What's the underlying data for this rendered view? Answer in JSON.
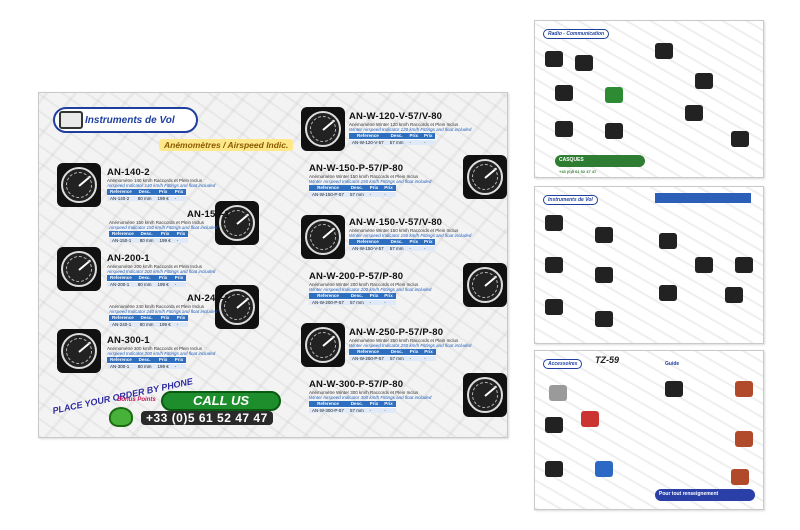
{
  "main": {
    "title": "Instruments de Vol",
    "subtitle": "Anémomètres / Airspeed Indic.",
    "table_headers": [
      "Reference",
      "Desc.",
      "Prix",
      "Prix"
    ],
    "products": [
      {
        "code": "AN-140-2",
        "d1": "Anémomètre 140 km/h Raccords et Plein Inclus",
        "d2": "Airspeed Indicator 140 km/h Fittings and float included",
        "row": [
          "AN-140-2",
          "80 mm",
          "199 €",
          "-"
        ]
      },
      {
        "code": "AN-150-1",
        "d1": "Anémomètre 150 km/h Raccords et Plein Inclus",
        "d2": "Airspeed Indicator 150 km/h Fittings and float included",
        "row": [
          "AN-150-1",
          "80 mm",
          "199 €",
          "-"
        ]
      },
      {
        "code": "AN-200-1",
        "d1": "Anémomètre 200 km/h Raccords et Plein Inclus",
        "d2": "Airspeed Indicator 200 km/h Fittings and float included",
        "row": [
          "AN-200-1",
          "80 mm",
          "199 €",
          "-"
        ]
      },
      {
        "code": "AN-240-1",
        "d1": "Anémomètre 240 km/h Raccords et Plein Inclus",
        "d2": "Airspeed Indicator 240 km/h Fittings and float included",
        "row": [
          "AN-240-1",
          "80 mm",
          "199 €",
          "-"
        ]
      },
      {
        "code": "AN-300-1",
        "d1": "Anémomètre 300 km/h Raccords et Plein Inclus",
        "d2": "Airspeed Indicator 300 km/h Fittings and float included",
        "row": [
          "AN-300-1",
          "80 mm",
          "199 €",
          "-"
        ]
      },
      {
        "code": "AN-W-120-V-57/V-80",
        "d1": "Anémomètre Winter 120 km/h Raccords et Plein Inclus",
        "d2": "Winter Airspeed Indicator 120 km/h Fittings and float included",
        "row": [
          "AN-W-120-V-57",
          "57 mm",
          "-",
          "-"
        ]
      },
      {
        "code": "AN-W-150-P-57/P-80",
        "d1": "Anémomètre Winter 150 km/h Raccords et Plein Inclus",
        "d2": "Winter Airspeed Indicator 150 km/h Fittings and float included",
        "row": [
          "AN-W-150-P-57",
          "57 mm",
          "-",
          "-"
        ]
      },
      {
        "code": "AN-W-150-V-57/V-80",
        "d1": "Anémomètre Winter 150 km/h Raccords et Plein Inclus",
        "d2": "Winter Airspeed Indicator 150 km/h Fittings and float included",
        "row": [
          "AN-W-150-V-57",
          "57 mm",
          "-",
          "-"
        ]
      },
      {
        "code": "AN-W-200-P-57/P-80",
        "d1": "Anémomètre Winter 200 km/h Raccords et Plein Inclus",
        "d2": "Winter Airspeed Indicator 200 km/h Fittings and float included",
        "row": [
          "AN-W-200-P-57",
          "57 mm",
          "-",
          "-"
        ]
      },
      {
        "code": "AN-W-250-P-57/P-80",
        "d1": "Anémomètre Winter 250 km/h Raccords et Plein Inclus",
        "d2": "Winter Airspeed Indicator 250 km/h Fittings and float included",
        "row": [
          "AN-W-250-P-57",
          "57 mm",
          "-",
          "-"
        ]
      },
      {
        "code": "AN-W-300-P-57/P-80",
        "d1": "Anémomètre Winter 300 km/h Raccords et Plein Inclus",
        "d2": "Winter Airspeed Indicator 300 km/h Fittings and float included",
        "row": [
          "AN-W-300-P-57",
          "57 mm",
          "-",
          "-"
        ]
      }
    ],
    "order": {
      "place": "PLACE YOUR ORDER BY PHONE",
      "bonus": "Bonus Points",
      "call": "CALL US",
      "phone": "+33 (0)5 61 52 47 47"
    }
  },
  "thumbs": {
    "t1_title": "Radio - Communication",
    "t1_banner": "CASQUES",
    "t1_phone": "+33 (0)5 61 52 47 47",
    "t2_title": "Instruments de Vol",
    "t3_title": "Accessoires",
    "t3_badge": "TZ-59",
    "t3_guide": "Guide",
    "t3_footer": "Pour tout renseignement"
  }
}
